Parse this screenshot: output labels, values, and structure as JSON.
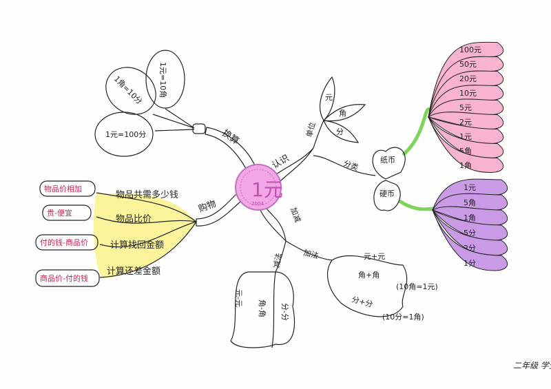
{
  "center": {
    "label": "1元",
    "year": "2004"
  },
  "colors": {
    "coin": "#f2a6e6",
    "exchange": "#9be07a",
    "know": "#9fd0ee",
    "shop": "#e8707a",
    "addsub": "#d6ee7a",
    "yellow": "#fbf49a",
    "orange": "#f6b07a",
    "pink": "#f7b3d0",
    "purple": "#c99be6",
    "blue": "#a8d2f0",
    "red_text": "#d02050"
  },
  "exchange": {
    "label": "换算",
    "balloons": [
      "1元=10角",
      "1角=10分",
      "1元=100分"
    ]
  },
  "know": {
    "label": "认识",
    "unit": {
      "label": "单位",
      "leaves": [
        "元",
        "角",
        "分"
      ]
    },
    "category": {
      "label": "分类",
      "paper": {
        "label": "纸币",
        "items": [
          "100元",
          "50元",
          "20元",
          "10元",
          "5元",
          "2元",
          "1元",
          "5角",
          "1角"
        ]
      },
      "coin": {
        "label": "硬币",
        "items": [
          "1元",
          "5角",
          "1角",
          "5分",
          "2分",
          "1分"
        ]
      }
    }
  },
  "shopping": {
    "label": "购物",
    "branches": [
      {
        "label": "物品共需多少钱",
        "note": "物品价相加"
      },
      {
        "label": "物品比价",
        "note": "贵-便宜"
      },
      {
        "label": "计算找回金额",
        "note": "付的钱-商品价"
      },
      {
        "label": "计算还差金额",
        "note": "商品价-付的钱"
      }
    ]
  },
  "addsub": {
    "label": "加减",
    "subtraction": {
      "label": "减法",
      "items": [
        "元-元",
        "角-角",
        "分-分"
      ]
    },
    "addition": {
      "label": "加法",
      "items": [
        "元+元",
        "角+角",
        "分+分"
      ],
      "notes": [
        "(10角=1元)",
        "(10分=1角)"
      ]
    }
  },
  "signature": "二年级 学生签名"
}
